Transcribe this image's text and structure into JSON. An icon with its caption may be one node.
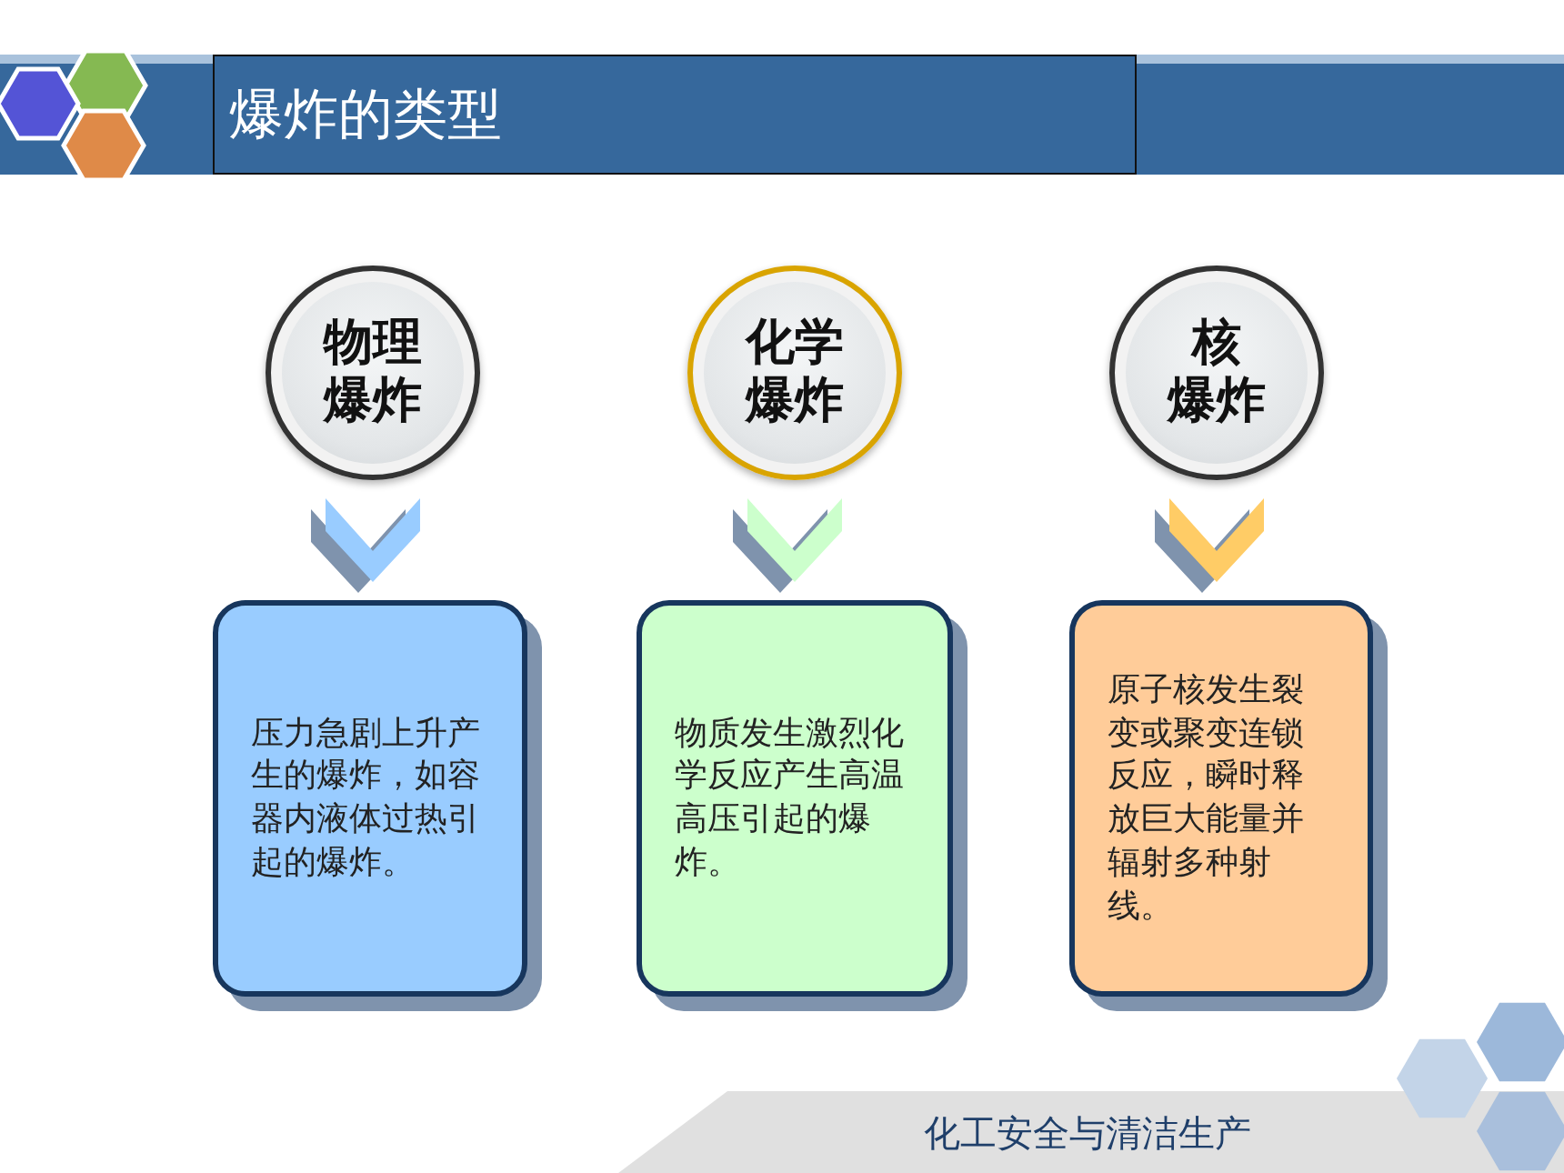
{
  "diagram": {
    "title": "爆炸的类型",
    "nodes": [
      {
        "text": [
          "物理爆炸"
        ]
      },
      {
        "text": [
          "化学爆炸"
        ]
      },
      {
        "text": [
          "核爆炸"
        ]
      },
      {
        "text": [
          "压力急剧上升产生的爆炸，如容器内液体过热引起的爆炸。"
        ]
      },
      {
        "text": [
          "物质发生激烈化学反应产生高温高压引起的爆炸。"
        ]
      },
      {
        "text": [
          "原子核发生裂变或聚变连锁反应，瞬时释放巨大能量并辐射多种射线。"
        ]
      }
    ],
    "edges": [
      {
        "from": 0,
        "to": 3,
        "arrow": "to",
        "color": "#99ccff"
      },
      {
        "from": 1,
        "to": 4,
        "arrow": "to",
        "color": "#ccffcc"
      },
      {
        "from": 2,
        "to": 5,
        "arrow": "to",
        "color": "#ffcc66"
      }
    ],
    "labels": [
      "化工安全与清洁生产"
    ]
  }
}
